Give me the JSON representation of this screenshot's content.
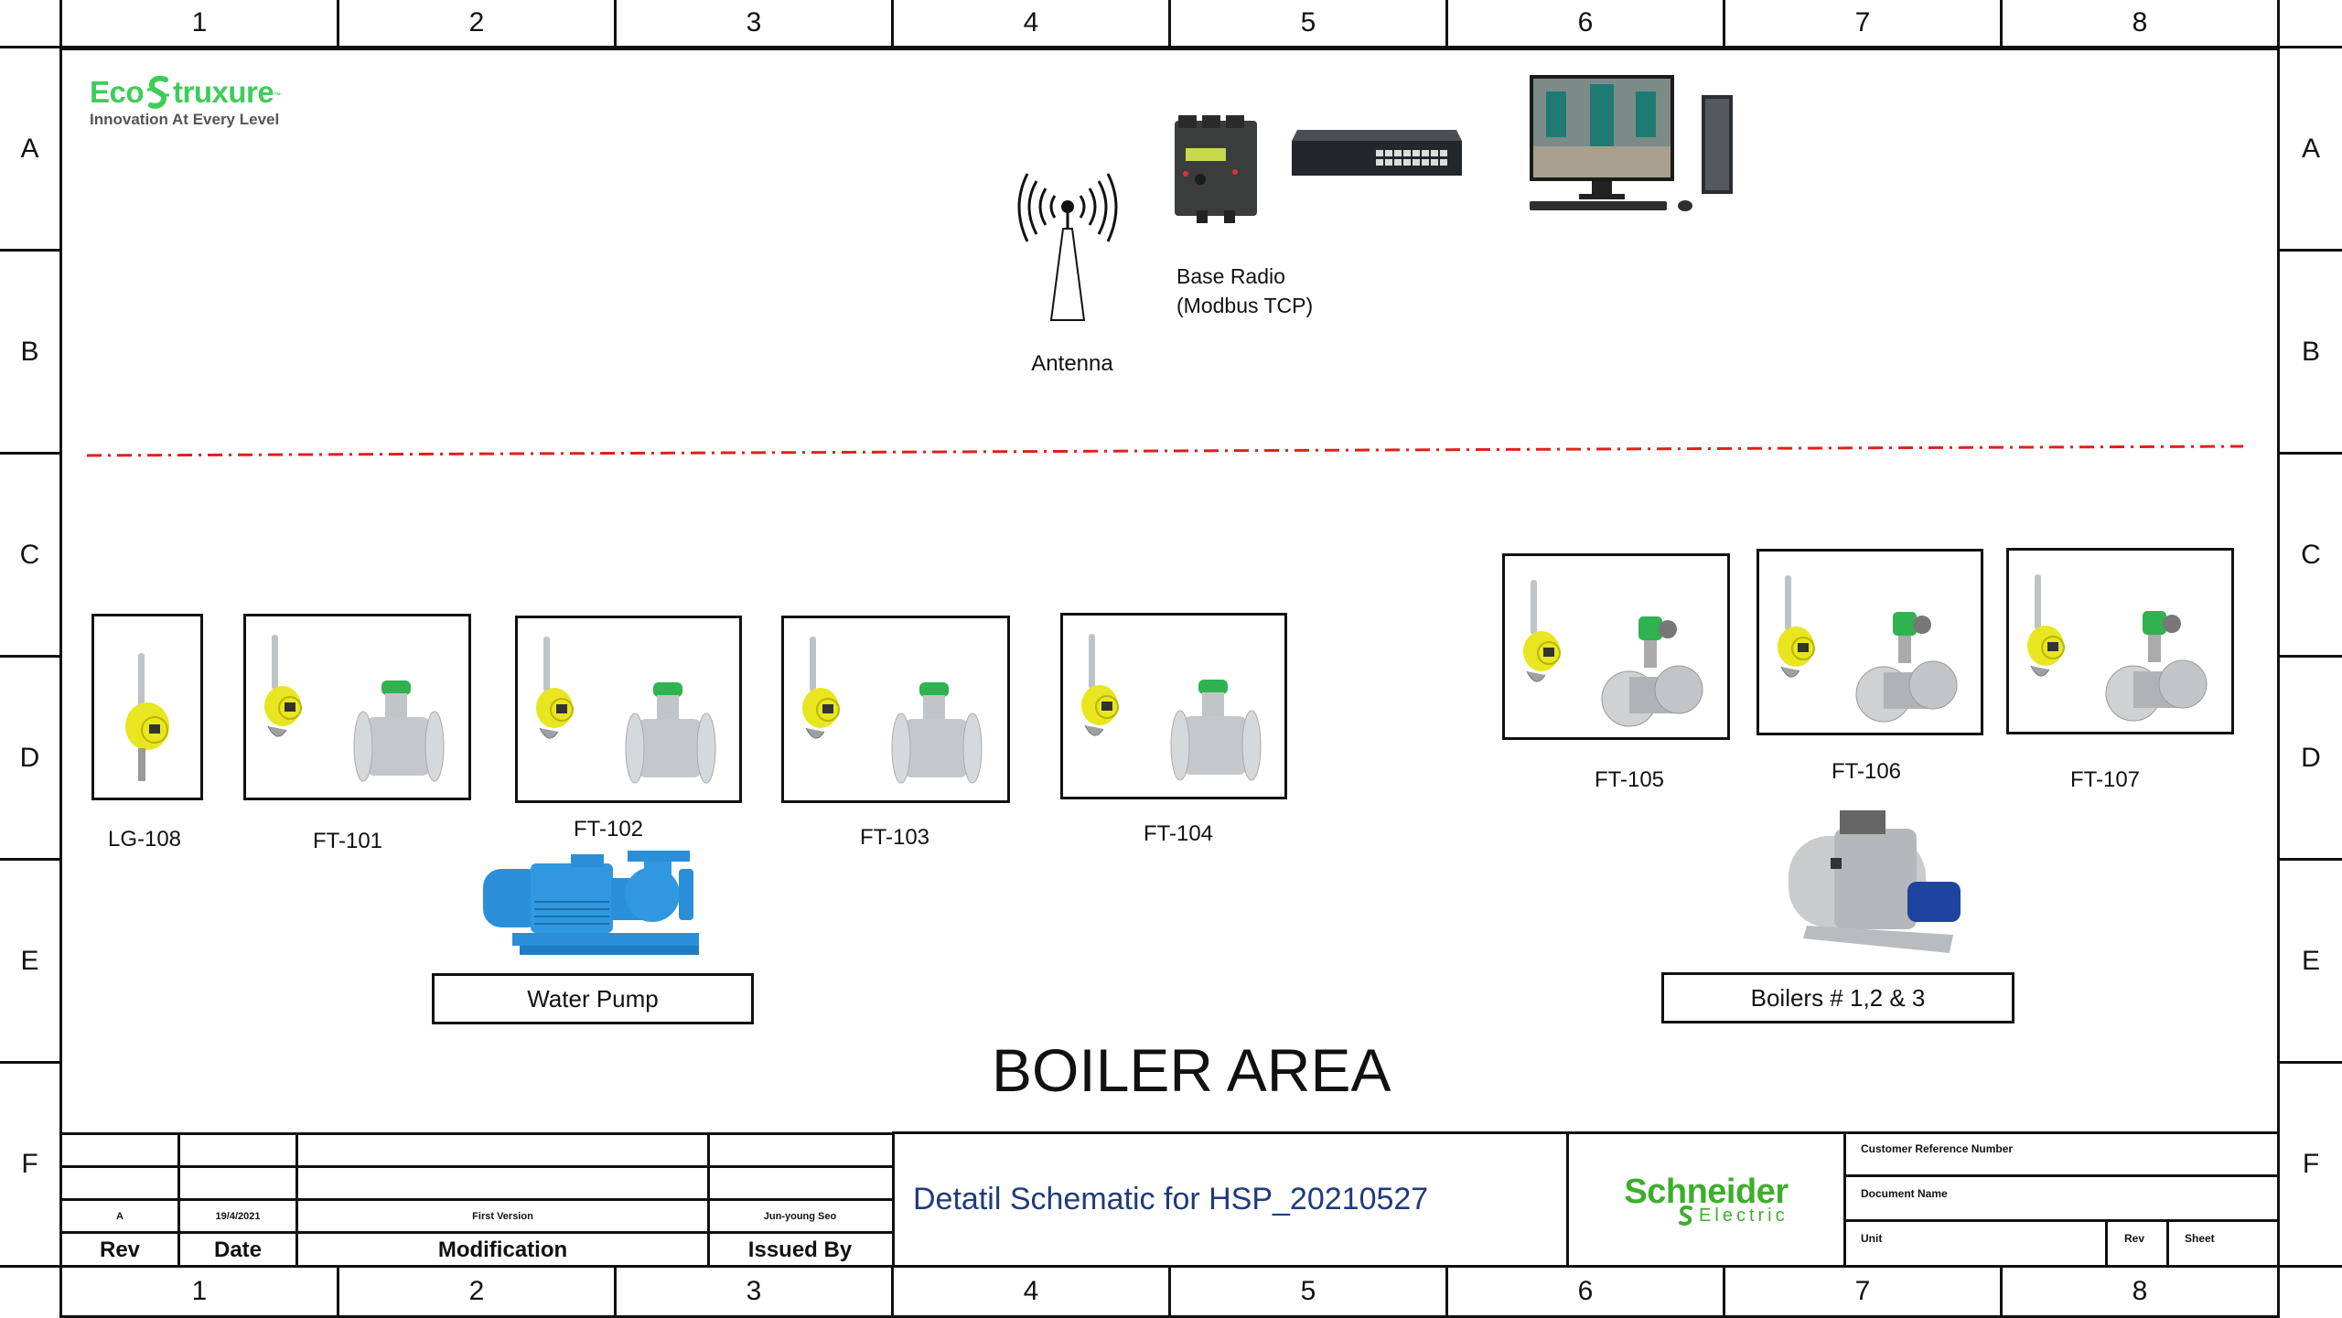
{
  "grid": {
    "columns": [
      "1",
      "2",
      "3",
      "4",
      "5",
      "6",
      "7",
      "8"
    ],
    "rows": [
      "A",
      "B",
      "C",
      "D",
      "E",
      "F"
    ]
  },
  "logo": {
    "brand_left": "Eco",
    "brand_right": "truxure",
    "tagline": "Innovation At Every Level"
  },
  "network": {
    "antenna_label": "Antenna",
    "base_radio_label_line1": "Base Radio",
    "base_radio_label_line2": "(Modbus TCP)"
  },
  "instruments": [
    {
      "tag": "LG-108",
      "type": "level-gauge"
    },
    {
      "tag": "FT-101",
      "type": "magmeter"
    },
    {
      "tag": "FT-102",
      "type": "magmeter"
    },
    {
      "tag": "FT-103",
      "type": "magmeter"
    },
    {
      "tag": "FT-104",
      "type": "magmeter"
    },
    {
      "tag": "FT-105",
      "type": "vortex"
    },
    {
      "tag": "FT-106",
      "type": "vortex"
    },
    {
      "tag": "FT-107",
      "type": "vortex"
    }
  ],
  "equipment": {
    "pump_label": "Water Pump",
    "boiler_label": "Boilers # 1,2 & 3"
  },
  "area_title": "BOILER AREA",
  "title_block": {
    "headers": {
      "rev": "Rev",
      "date": "Date",
      "modification": "Modification",
      "issued_by": "Issued By"
    },
    "revisions": [
      {
        "rev": "A",
        "date": "19/4/2021",
        "modification": "First Version",
        "issued_by": "Jun-young Seo"
      }
    ],
    "drawing_title": "Detatil Schematic for HSP_20210527",
    "company_name": "Schneider",
    "company_sub": "Electric",
    "fields": {
      "customer_ref": "Customer Reference Number",
      "document_name": "Document Name",
      "unit": "Unit",
      "rev": "Rev",
      "sheet": "Sheet"
    }
  },
  "colors": {
    "eco_green": "#3dcd58",
    "schneider_green": "#3dae2b",
    "title_blue": "#1f3b7a",
    "boundary_red": "#e0201b",
    "transmitter_yellow": "#e8e620",
    "pump_blue": "#2a8fd8"
  }
}
